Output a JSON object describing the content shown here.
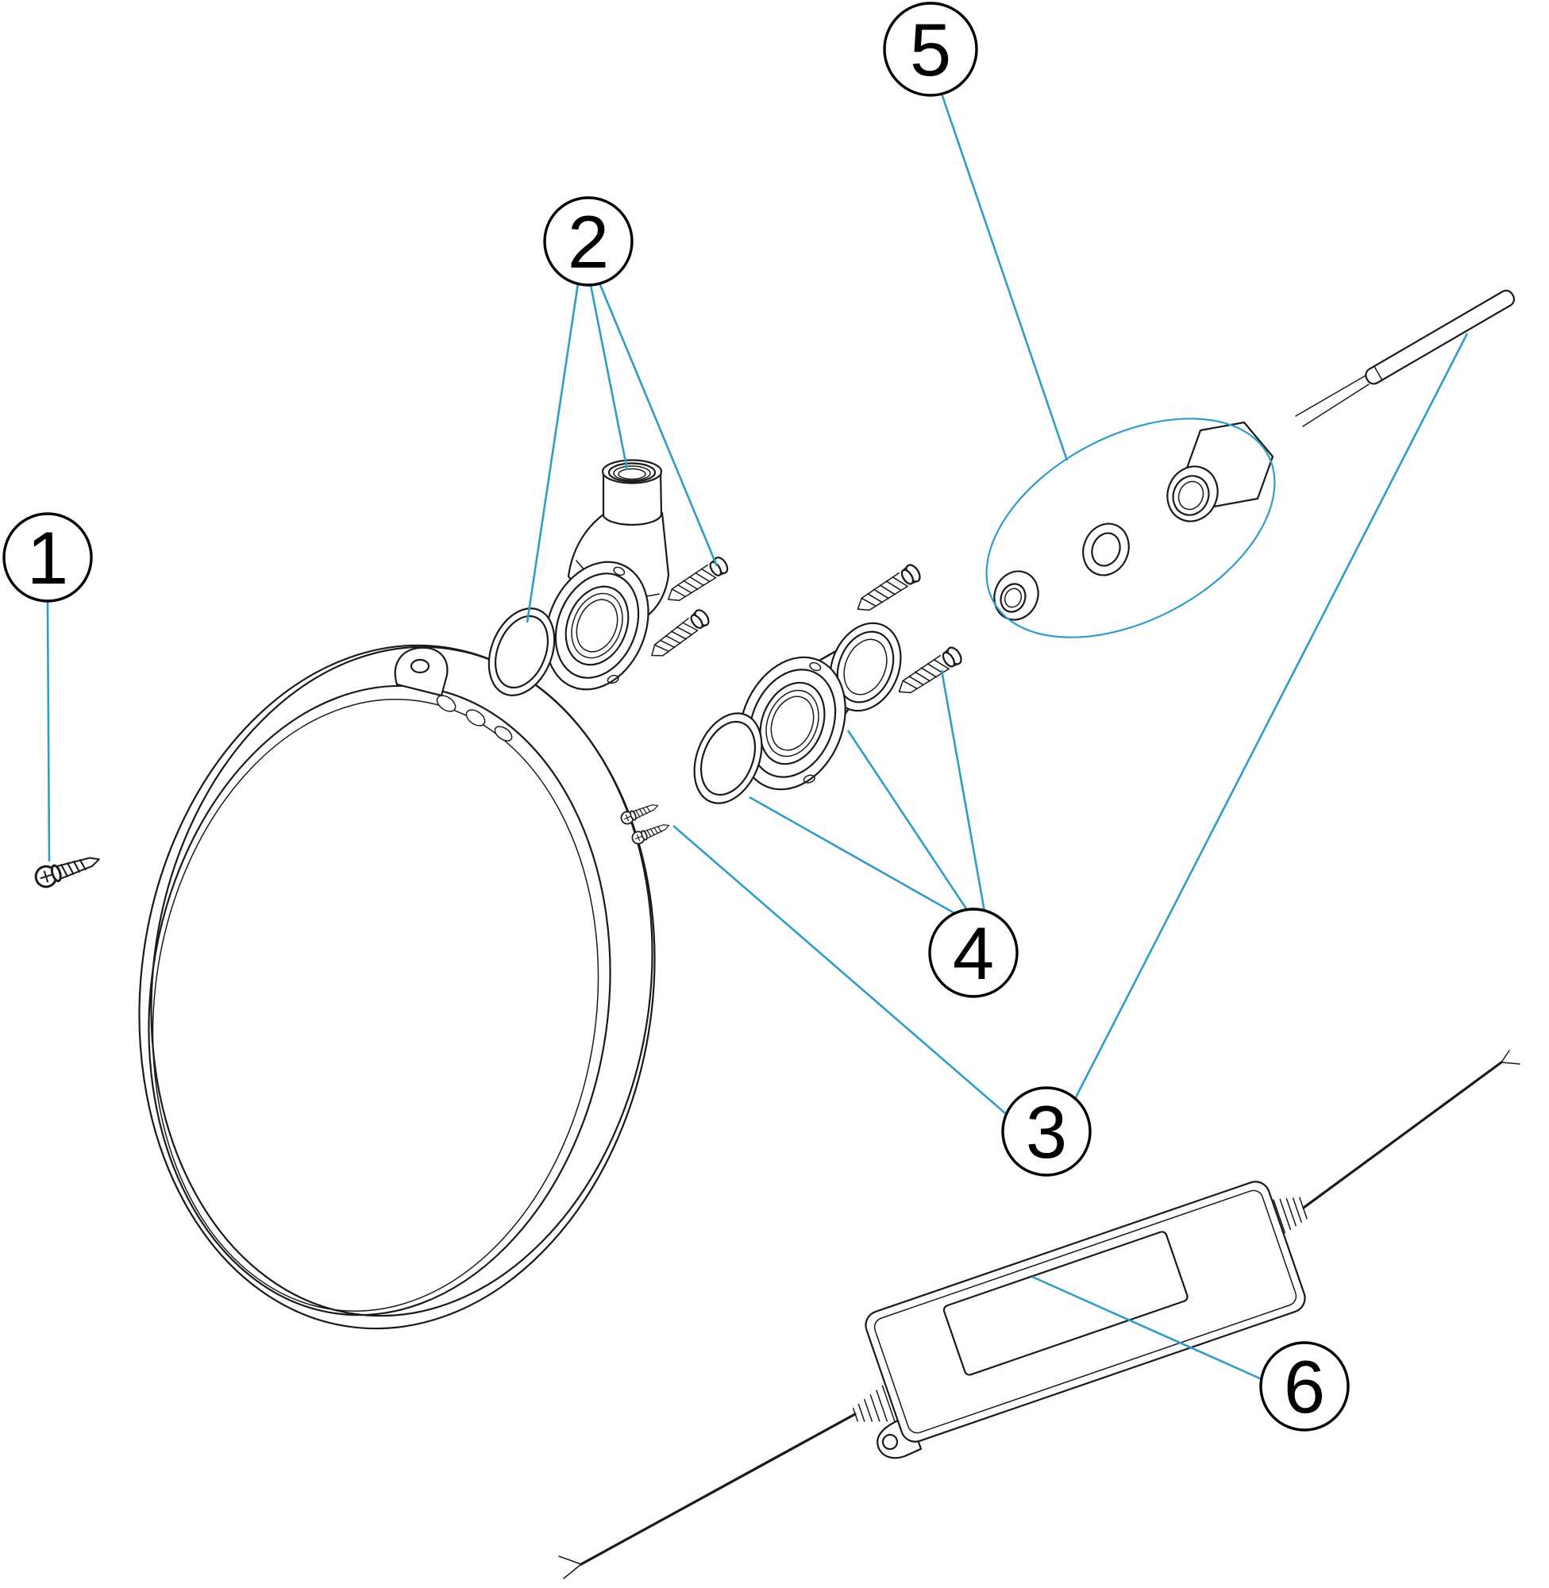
{
  "diagram": {
    "callouts": [
      {
        "id": 1,
        "label": "1"
      },
      {
        "id": 2,
        "label": "2"
      },
      {
        "id": 3,
        "label": "3"
      },
      {
        "id": 4,
        "label": "4"
      },
      {
        "id": 5,
        "label": "5"
      },
      {
        "id": 6,
        "label": "6"
      }
    ],
    "colors": {
      "background": "#ffffff",
      "line_art": "#1a1a1a",
      "leader_line": "#2f9cc9",
      "callout_fill": "#ffffff",
      "callout_stroke": "#000000",
      "callout_text": "#000000"
    }
  }
}
